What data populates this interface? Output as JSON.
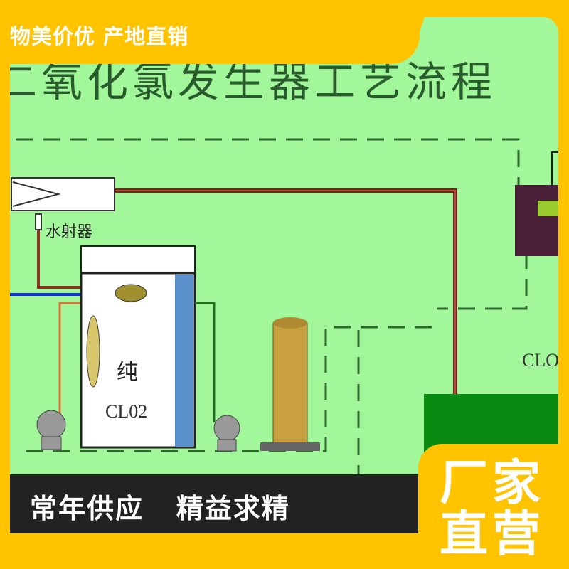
{
  "top_banner": {
    "slogan": "物美价优 产地直销"
  },
  "diagram": {
    "title": "二氧化氯发生器工艺流程",
    "labels": {
      "ejector": "水射器",
      "pure": "纯",
      "product": "CL02",
      "right_label": "CLO"
    }
  },
  "bottom_banner": {
    "slogan": "常年供应   精益求精"
  },
  "badge": {
    "line1": "厂家",
    "line2": "直营"
  },
  "colors": {
    "frame": "#ffc300",
    "background": "#a1f79a",
    "dark_band": "#222222"
  }
}
